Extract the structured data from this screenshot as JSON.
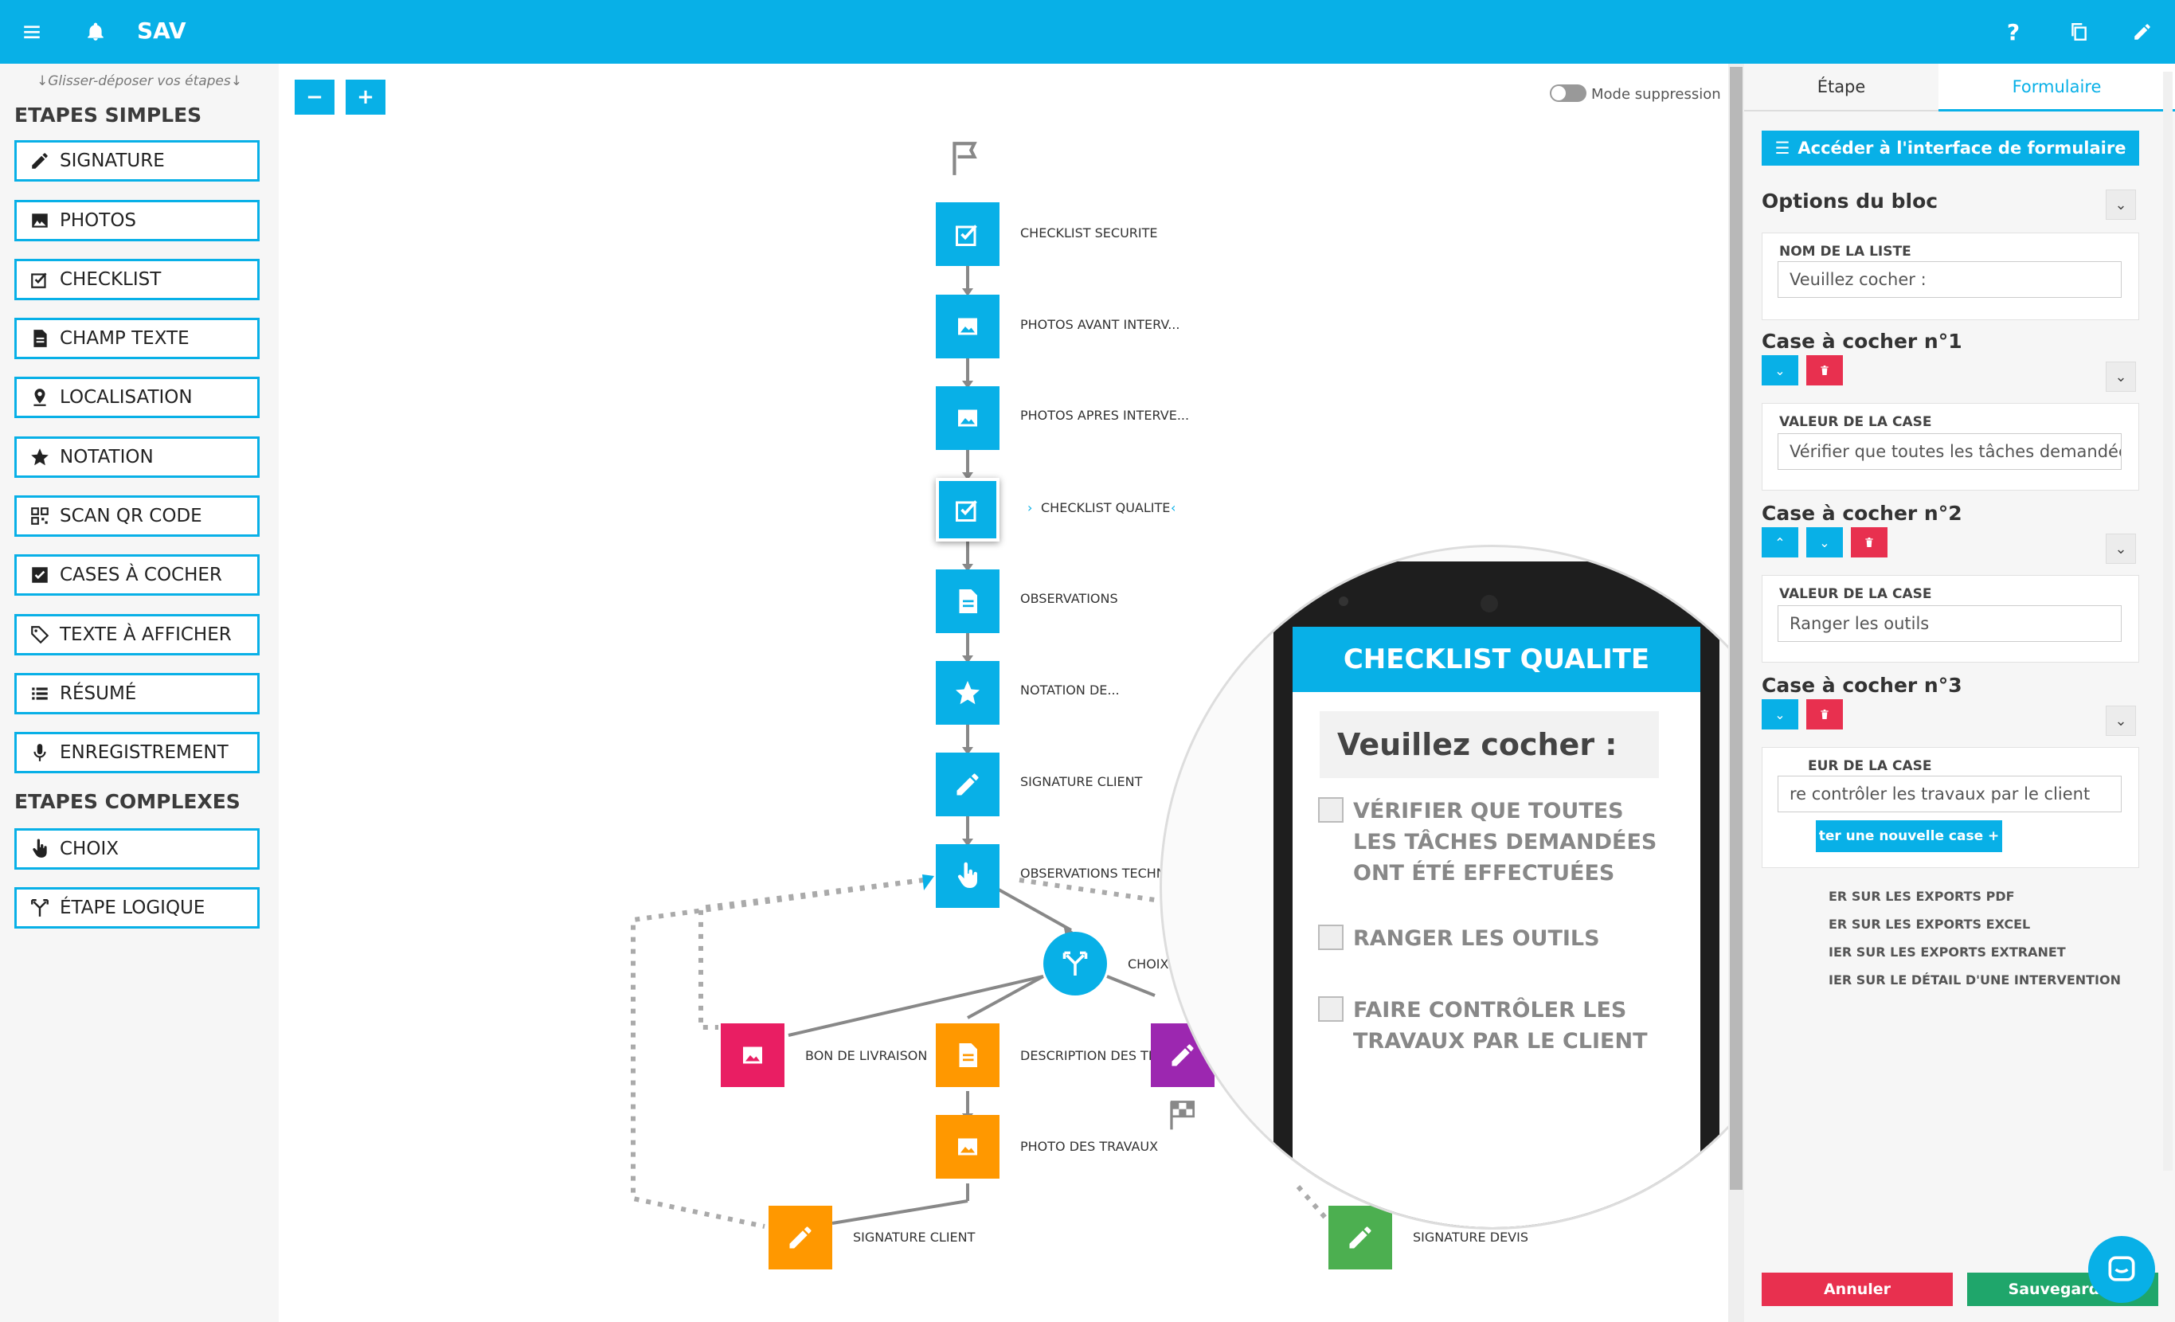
{
  "app": {
    "title": "SAV"
  },
  "sidebar": {
    "hint": "↓Glisser-déposer vos étapes↓",
    "simple_heading": "ETAPES SIMPLES",
    "complex_heading": "ETAPES COMPLEXES",
    "simple_items": [
      {
        "label": "SIGNATURE",
        "icon": "pencil-icon"
      },
      {
        "label": "PHOTOS",
        "icon": "image-icon"
      },
      {
        "label": "CHECKLIST",
        "icon": "checklist-icon"
      },
      {
        "label": "CHAMP TEXTE",
        "icon": "document-icon"
      },
      {
        "label": "LOCALISATION",
        "icon": "location-icon"
      },
      {
        "label": "NOTATION",
        "icon": "star-icon"
      },
      {
        "label": "SCAN QR CODE",
        "icon": "qr-code-icon"
      },
      {
        "label": "CASES À COCHER",
        "icon": "checkbox-icon"
      },
      {
        "label": "TEXTE À AFFICHER",
        "icon": "tag-icon"
      },
      {
        "label": "RÉSUMÉ",
        "icon": "list-icon"
      },
      {
        "label": "ENREGISTREMENT",
        "icon": "microphone-icon"
      }
    ],
    "complex_items": [
      {
        "label": "CHOIX",
        "icon": "hand-pointer-icon"
      },
      {
        "label": "ÉTAPE LOGIQUE",
        "icon": "branch-icon"
      }
    ]
  },
  "canvas": {
    "zoom_out": "−",
    "zoom_in": "+",
    "mode_label": "Mode suppression",
    "nodes": [
      {
        "label": "CHECKLIST SECURITE",
        "icon": "checklist-icon"
      },
      {
        "label": "PHOTOS AVANT INTERV...",
        "icon": "image-icon"
      },
      {
        "label": "PHOTOS APRES INTERVE...",
        "icon": "image-icon"
      },
      {
        "label": "CHECKLIST QUALITE",
        "icon": "checklist-icon"
      },
      {
        "label": "OBSERVATIONS",
        "icon": "document-icon"
      },
      {
        "label": "NOTATION DE...",
        "icon": "star-icon"
      },
      {
        "label": "SIGNATURE CLIENT",
        "icon": "pencil-icon"
      },
      {
        "label": "OBSERVATIONS TECHN",
        "icon": "hand-pointer-icon"
      },
      {
        "label": "CHOIX",
        "icon": "branch-icon"
      },
      {
        "label": "BON DE LIVRAISON",
        "icon": "image-icon"
      },
      {
        "label": "DESCRIPTION DES TR",
        "icon": "document-icon"
      },
      {
        "label": "PHOTO DES TRAVAUX",
        "icon": "image-icon"
      },
      {
        "label": "SIGNATURE CLIENT",
        "icon": "pencil-icon"
      },
      {
        "label": "SIGNATURE DEVIS",
        "icon": "pencil-icon"
      }
    ],
    "phone": {
      "header": "CHECKLIST QUALITE",
      "prompt": "Veuillez cocher :",
      "items": [
        "VÉRIFIER QUE TOUTES LES TÂCHES DEMANDÉES ONT ÉTÉ EFFECTUÉES",
        "RANGER LES OUTILS",
        "FAIRE CONTRÔLER LES TRAVAUX PAR LE CLIENT"
      ]
    }
  },
  "panel": {
    "tab_step": "Étape",
    "tab_form": "Formulaire",
    "form_button": "Accéder à l'interface de formulaire",
    "block_options": "Options du bloc",
    "list_name_label": "NOM DE LA LISTE",
    "list_name_value": "Veuillez cocher :",
    "cases": [
      {
        "title": "Case à cocher n°1",
        "label": "VALEUR DE LA CASE",
        "value": "Vérifier que toutes les tâches demandées"
      },
      {
        "title": "Case à cocher n°2",
        "label": "VALEUR DE LA CASE",
        "value": "Ranger les outils"
      },
      {
        "title": "Case à cocher n°3",
        "label": "EUR DE LA CASE",
        "value": "re contrôler les travaux par le client"
      }
    ],
    "add_case": "ter une nouvelle case +",
    "exports": [
      "ER SUR LES EXPORTS PDF",
      "ER SUR LES EXPORTS EXCEL",
      "IER SUR LES EXPORTS EXTRANET",
      "IER SUR LE DÉTAIL D'UNE INTERVENTION"
    ],
    "cancel": "Annuler",
    "save": "Sauvegarder"
  },
  "colors": {
    "brand": "#08b0e7",
    "pink": "#e91e63",
    "orange": "#ff9800",
    "purple": "#9c27b0",
    "green": "#4caf50",
    "danger": "#e8304f",
    "success": "#1fa66b"
  }
}
